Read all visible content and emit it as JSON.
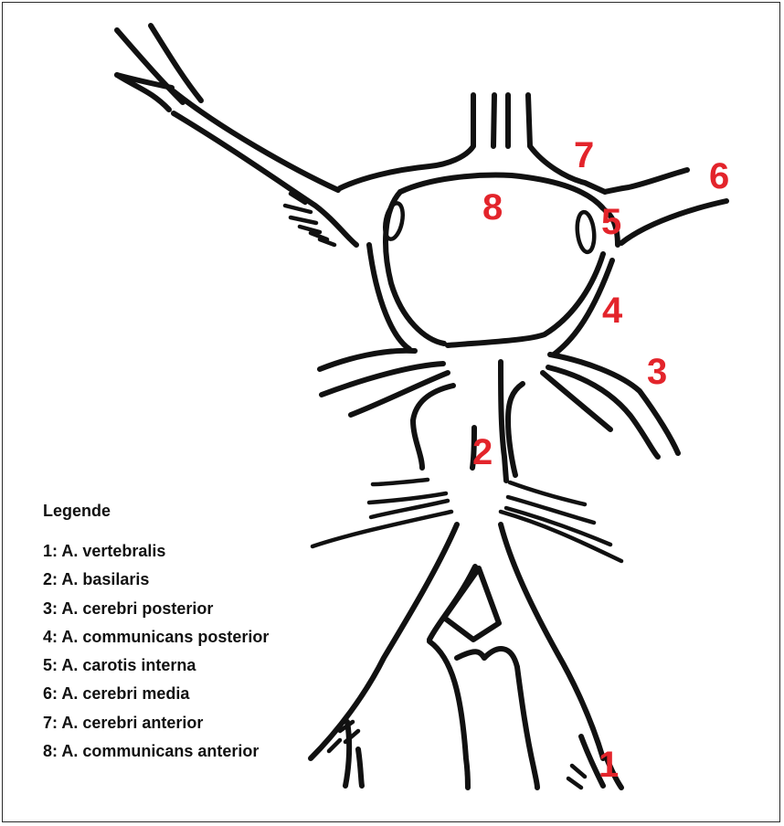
{
  "diagram": {
    "numbers": [
      "1",
      "2",
      "3",
      "4",
      "5",
      "6",
      "7",
      "8"
    ]
  },
  "legend": {
    "title": "Legende",
    "items": [
      "1: A. vertebralis",
      "2: A. basilaris",
      "3: A. cerebri posterior",
      "4: A. communicans posterior",
      "5: A. carotis interna",
      "6: A. cerebri media",
      "7: A. cerebri anterior",
      "8: A. communicans anterior"
    ]
  },
  "colors": {
    "label": "#e3242b",
    "line": "#111111"
  }
}
